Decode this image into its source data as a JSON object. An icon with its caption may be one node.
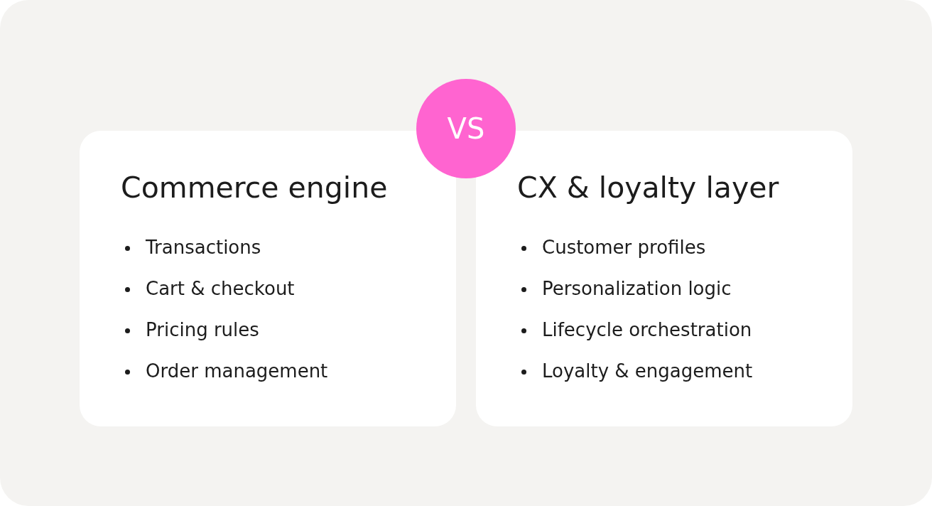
{
  "diagram": {
    "nodes": [
      {
        "text": [
          "Commerce engine",
          "Transactions",
          "Cart & checkout",
          "Pricing rules",
          "Order management"
        ]
      },
      {
        "text": [
          "VS"
        ]
      },
      {
        "text": [
          "CX & loyalty layer",
          "Customer profiles",
          "Personalization logic",
          "Lifecycle orchestration",
          "Loyalty & engagement"
        ]
      }
    ],
    "edges": []
  }
}
